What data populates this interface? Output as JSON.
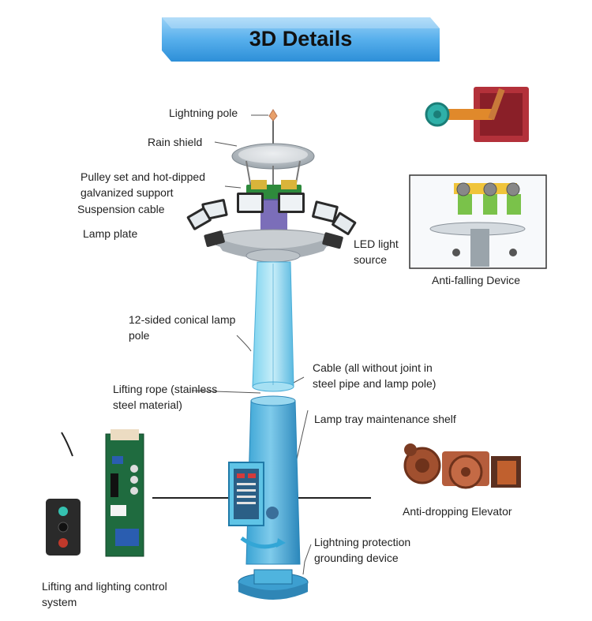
{
  "header": {
    "title": "3D Details"
  },
  "labels": {
    "lightning_pole": "Lightning pole",
    "rain_shield": "Rain shield",
    "pulley_set_line1": "Pulley set and hot-dipped",
    "pulley_set_line2": "galvanized support",
    "suspension_cable": "Suspension cable",
    "lamp_plate": "Lamp plate",
    "led_line1": "LED light",
    "led_line2": "source",
    "anti_falling": "Anti-falling Device",
    "conical_line1": "12-sided conical lamp",
    "conical_line2": "pole",
    "cable_line1": "Cable (all without joint in",
    "cable_line2": "steel pipe and lamp pole)",
    "rope_line1": "Lifting rope (stainless",
    "rope_line2": "steel material)",
    "maintenance_shelf": "Lamp tray maintenance shelf",
    "anti_dropping": "Anti-dropping Elevator",
    "lightning_protection_line1": "Lightning protection",
    "lightning_protection_line2": "grounding device",
    "control_line1": "Lifting and lighting control",
    "control_line2": "system"
  },
  "colors": {
    "banner": "#4aa6e8",
    "pole": "#5cc3e6",
    "pole_dark": "#2f95c4",
    "pole_light": "#bfe8f6",
    "lamp": "#2a2a2a",
    "board": "#1f6b3f",
    "machine": "#b85a3a",
    "accent_red": "#c7362c"
  }
}
